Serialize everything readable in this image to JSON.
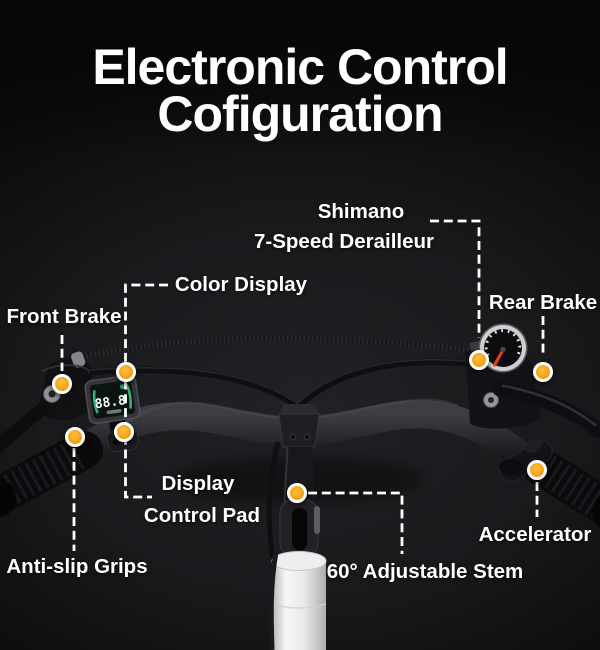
{
  "title": {
    "line1": "Electronic Control",
    "line2": "Cofiguration"
  },
  "colors": {
    "background": "#1a1a1d",
    "text": "#ffffff",
    "accent_orange": "#F7A21D",
    "lcd_green": "#2FB377",
    "needle_red": "#E23A28"
  },
  "display": {
    "reading": "88.8"
  },
  "callouts": {
    "derailleur": {
      "line1": "Shimano",
      "line2": "7-Speed Derailleur"
    },
    "color_display": {
      "label": "Color Display"
    },
    "front_brake": {
      "label": "Front Brake"
    },
    "rear_brake": {
      "label": "Rear Brake"
    },
    "display_pad": {
      "line1": "Display",
      "line2": "Control Pad"
    },
    "grips": {
      "label": "Anti-slip Grips"
    },
    "stem": {
      "label": "60° Adjustable Stem"
    },
    "accelerator": {
      "label": "Accelerator"
    }
  }
}
